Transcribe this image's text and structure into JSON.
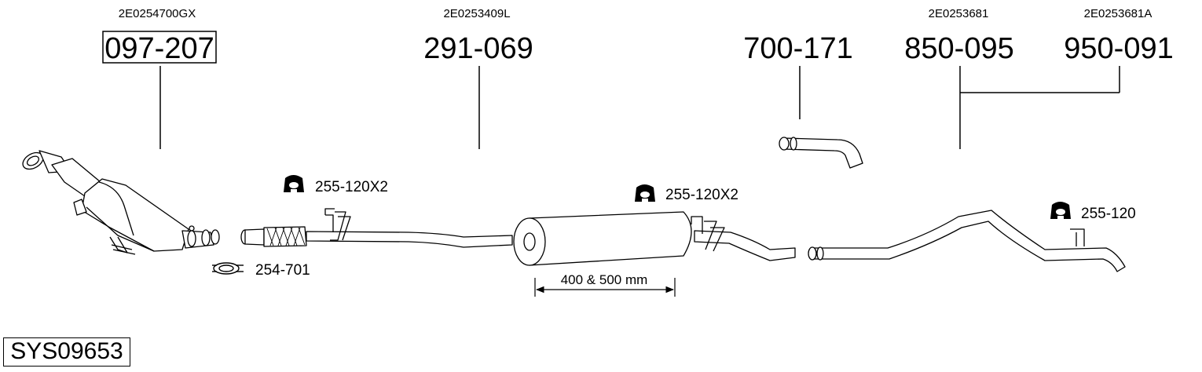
{
  "parts": [
    {
      "oe": "2E0254700GX",
      "number": "097-207",
      "boxed": true
    },
    {
      "oe": "2E0253409L",
      "number": "291-069",
      "boxed": false
    },
    {
      "oe": "",
      "number": "700-171",
      "boxed": false
    },
    {
      "oe": "2E0253681",
      "number": "850-095",
      "boxed": false
    },
    {
      "oe": "2E0253681A",
      "number": "950-091",
      "boxed": false
    }
  ],
  "accessories": {
    "mount_1": "255-120X2",
    "clamp": "254-701",
    "mount_2": "255-120X2",
    "mount_3": "255-120"
  },
  "dimension": "400 & 500 mm",
  "system_code": "SYS09653",
  "icons": {
    "mount": "rubber-mount-icon",
    "clamp": "pipe-clamp-icon"
  }
}
